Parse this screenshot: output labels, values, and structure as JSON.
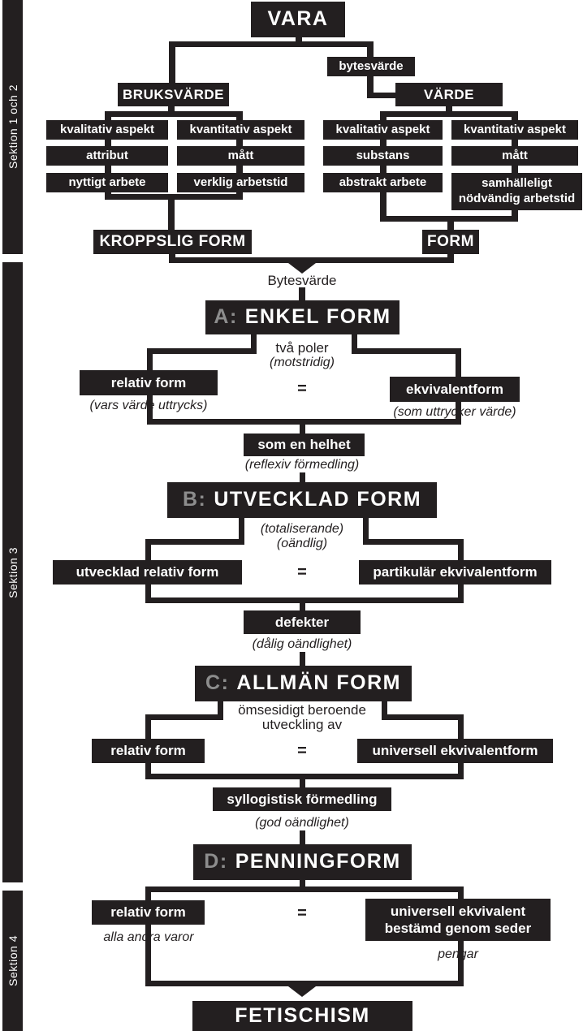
{
  "colors": {
    "ink": "#231f20",
    "prefix_gray": "#8d8d8d",
    "text_on_box": "#ffffff"
  },
  "sidebar": {
    "sections": [
      {
        "label": "Sektion 1 och 2"
      },
      {
        "label": "Sektion 3"
      },
      {
        "label": "Sektion 4"
      }
    ]
  },
  "top": {
    "vara": "VARA",
    "bytesvarde_tag": "bytesvärde",
    "bruksvarde": "BRUKSVÄRDE",
    "varde": "VÄRDE",
    "bruksvarde_columns": [
      {
        "rows": [
          "kvalitativ aspekt",
          "attribut",
          "nyttigt arbete"
        ]
      },
      {
        "rows": [
          "kvantitativ aspekt",
          "mått",
          "verklig arbetstid"
        ]
      }
    ],
    "varde_columns": [
      {
        "rows": [
          "kvalitativ aspekt",
          "substans",
          "abstrakt arbete"
        ]
      },
      {
        "rows": [
          "kvantitativ aspekt",
          "mått",
          "samhälleligt nödvändig arbetstid"
        ]
      }
    ],
    "kroppslig_form": "KROPPSLIG FORM",
    "form": "FORM",
    "bytesvarde_label": "Bytesvärde"
  },
  "section_a": {
    "prefix": "A:",
    "title": "ENKEL FORM",
    "poles_line1": "två poler",
    "poles_line2": "(motstridig)",
    "equals": "=",
    "left_box": "relativ form",
    "left_caption": "(vars värde uttrycks)",
    "right_box": "ekvivalentform",
    "right_caption": "(som uttrycker värde)",
    "whole_box": "som en helhet",
    "whole_caption": "(reflexiv förmedling)"
  },
  "section_b": {
    "prefix": "B:",
    "title": "UTVECKLAD FORM",
    "note_line1": "(totaliserande)",
    "note_line2": "(oändlig)",
    "equals": "=",
    "left_box": "utvecklad relativ form",
    "right_box": "partikulär ekvivalentform",
    "defects_box": "defekter",
    "defects_caption": "(dålig oändlighet)"
  },
  "section_c": {
    "prefix": "C:",
    "title": "ALLMÄN FORM",
    "note_line1": "ömsesidigt beroende",
    "note_line2": "utveckling av",
    "equals": "=",
    "left_box": "relativ form",
    "right_box": "universell ekvivalentform",
    "mediation_box": "syllogistisk förmedling",
    "mediation_caption": "(god oändlighet)"
  },
  "section_d": {
    "prefix": "D:",
    "title": "PENNINGFORM",
    "equals": "=",
    "left_box": "relativ form",
    "left_caption": "alla andra varor",
    "right_box": "universell ekvivalent bestämd genom seder",
    "right_caption": "pengar",
    "fetishism": "FETISCHISM"
  }
}
